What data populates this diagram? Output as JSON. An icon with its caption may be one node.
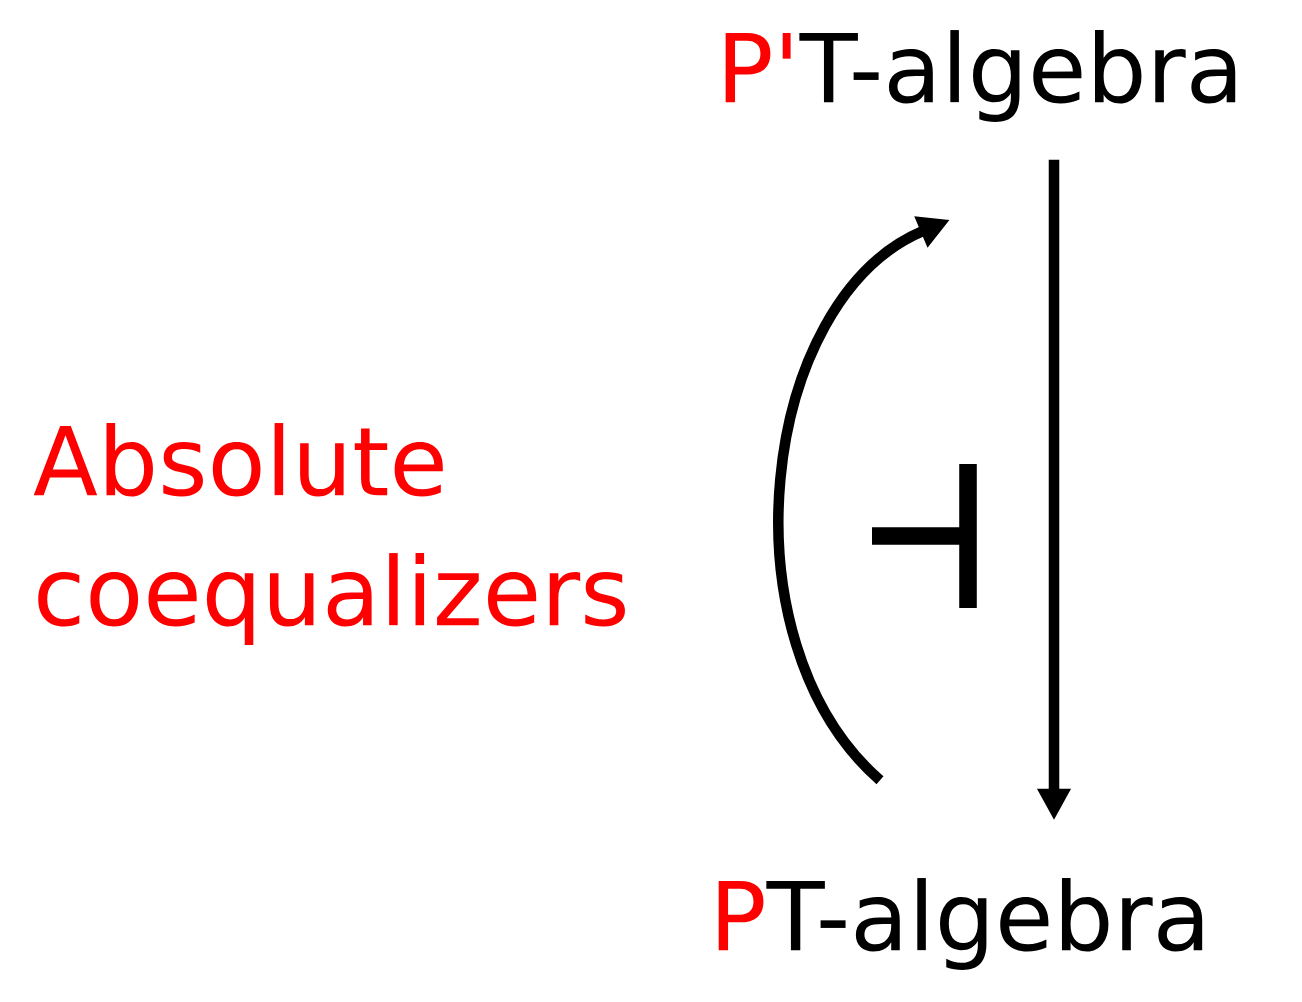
{
  "diagram": {
    "nodes": [
      {
        "text": [
          "P'T-algebra"
        ]
      },
      {
        "text": [
          "PT-algebra"
        ]
      }
    ],
    "edges": [
      {
        "from": 1,
        "to": 0,
        "arrow": "to"
      },
      {
        "from": 0,
        "to": 1,
        "arrow": "to"
      }
    ],
    "labels": [
      "Absolute coequalizers"
    ]
  }
}
